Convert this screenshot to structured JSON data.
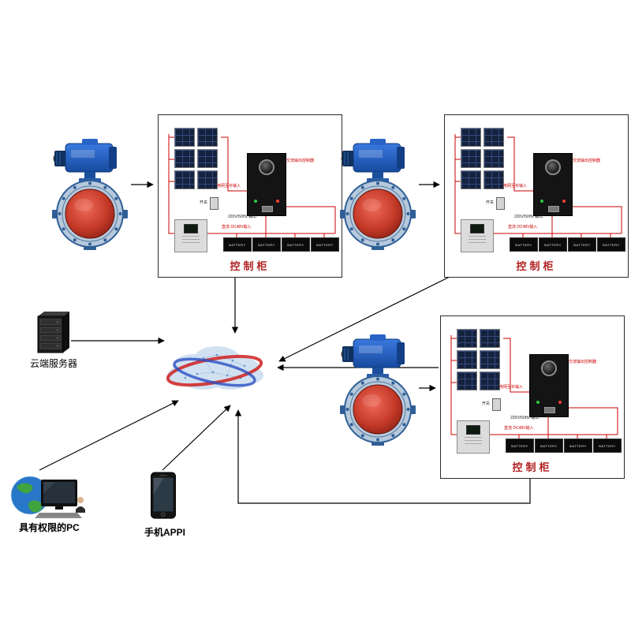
{
  "cabinet": {
    "title": "控制柜",
    "battery_label": "BATTERY",
    "labels": {
      "ac_output_controller": "交流输出控制器",
      "grid_complement_input": "电网互补输入",
      "switch": "开关",
      "ac_output": "220V/50Hz 输出",
      "dc_input": "直流 DC48V输入"
    }
  },
  "cabinets": [
    {
      "title": "控制柜"
    },
    {
      "title": "控制柜"
    },
    {
      "title": "控制柜"
    }
  ],
  "nodes": {
    "cloud_server": {
      "label": "云端服务器"
    },
    "authorized_pc": {
      "label": "具有权限的PC"
    },
    "mobile_app": {
      "label": "手机APPI"
    }
  },
  "colors": {
    "wire_red": "#cc0000",
    "valve_red": "#c0392b",
    "actuator_blue": "#2a63c8",
    "cabinet_title_red": "#b22222",
    "arrow_black": "#000000"
  }
}
